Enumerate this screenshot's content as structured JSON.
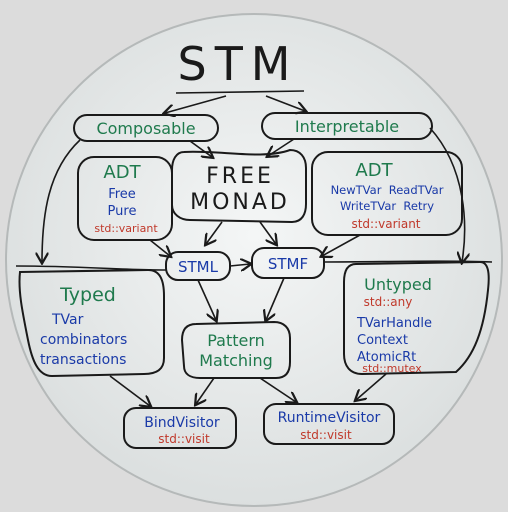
{
  "title": "STM",
  "branches": {
    "composable": "Composable",
    "interpretable": "Interpretable"
  },
  "center": {
    "line1": "FREE",
    "line2": "MONAD"
  },
  "adt_left": {
    "title": "ADT",
    "items": [
      "Free",
      "Pure"
    ],
    "note": "std::variant"
  },
  "adt_right": {
    "title": "ADT",
    "row1": "NewTVar  ReadTVar",
    "row2": "WriteTVar  Retry",
    "note": "std::variant"
  },
  "stml": "STML",
  "stmf": "STMF",
  "typed": {
    "title": "Typed",
    "items": [
      "TVar",
      "combinators",
      "transactions"
    ]
  },
  "untyped": {
    "title": "Untyped",
    "note1": "std::any",
    "items": [
      "TVarHandle",
      "Context",
      "AtomicRt"
    ],
    "note2": "std::mutex"
  },
  "pattern": {
    "line1": "Pattern",
    "line2": "Matching"
  },
  "bind_visitor": {
    "label": "BindVisitor",
    "note": "std::visit"
  },
  "runtime_visitor": {
    "label": "RuntimeVisitor",
    "note": "std::visit"
  },
  "colors": {
    "ink": "#1a1a1a",
    "green": "#1f7a4d",
    "blue": "#1a3aa8",
    "red": "#c0392b",
    "board": "#eef0f0"
  }
}
